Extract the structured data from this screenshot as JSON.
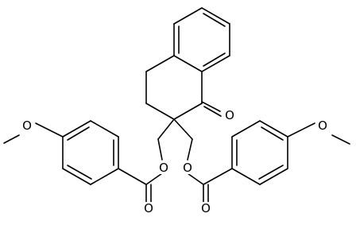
{
  "molecule": {
    "atom_labels": {
      "ketone_o": "O",
      "ester1_o": "O",
      "ester1_carbonyl_o": "O",
      "ester2_o": "O",
      "ester2_carbonyl_o": "O",
      "methoxy1_o": "O",
      "methoxy2_o": "O"
    },
    "colors": {
      "bond": "#000000",
      "label": "#000000",
      "background": "#ffffff"
    }
  }
}
